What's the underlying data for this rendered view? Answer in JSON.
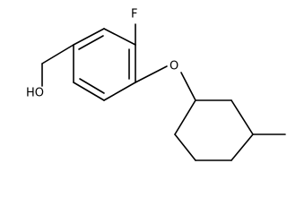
{
  "molecule": {
    "atoms": {
      "fluorine": "F",
      "ether_oxygen": "O",
      "hydroxyl": "HO"
    },
    "colors": {
      "bond": "#000000",
      "label": "#000000",
      "background": "#ffffff"
    }
  }
}
